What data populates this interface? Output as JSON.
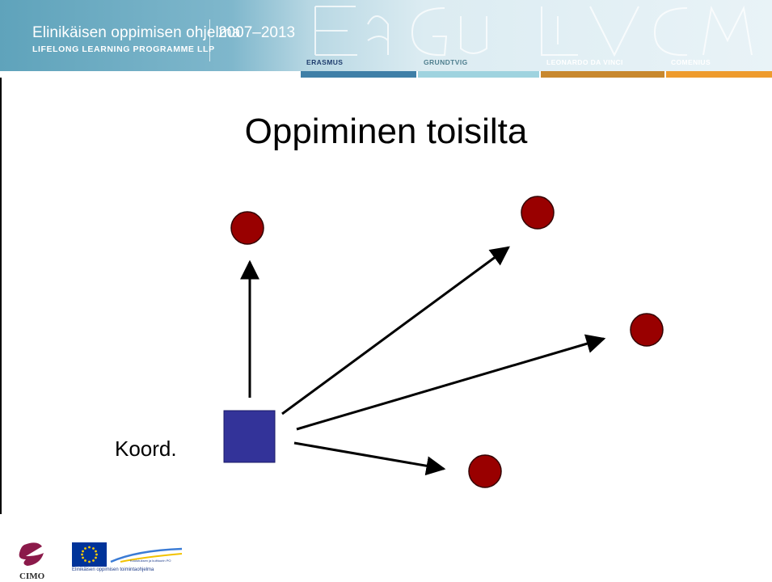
{
  "header": {
    "programme_fi": "Elinikäisen oppimisen ohjelma",
    "programme_en": "LIFELONG LEARNING PROGRAMME LLP",
    "years": "2007–2013",
    "subprogrammes": [
      {
        "label": "ERASMUS",
        "color": "#3f7fa7"
      },
      {
        "label": "GRUNDTVIG",
        "color": "#9fd3df"
      },
      {
        "label": "LEONARDO DA VINCI",
        "color": "#c8882e"
      },
      {
        "label": "COMENIUS",
        "color": "#ee9b2d"
      }
    ]
  },
  "slide": {
    "title": "Oppiminen toisilta",
    "coordinator_label": "Koord."
  },
  "diagram": {
    "coordinator_color": "#333399",
    "partner_color": "#990000",
    "partner_count": 4
  },
  "footer": {
    "cimo_text": "CIMO",
    "eu_caption_top": "Koulutuksen ja kulttuurin PO",
    "eu_caption": "Elinikäisen oppimisen toimintaohjelma"
  },
  "colors": {
    "header_gradient_start": "#5fa3bb",
    "header_gradient_end": "#e9f3f7",
    "eu_blue": "#003399",
    "eu_star": "#ffcc00"
  }
}
